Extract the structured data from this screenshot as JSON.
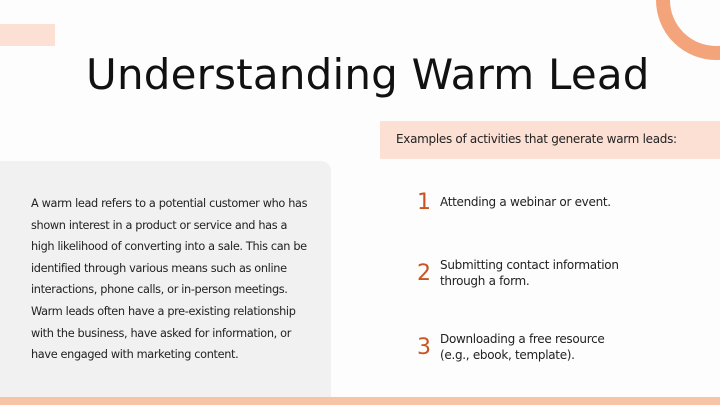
{
  "slide": {
    "title": "Understanding Warm Lead",
    "description": "A warm lead refers to a potential customer who has shown interest in a product or service and has a high likelihood of converting into a sale. This can be identified through various means such as online interactions, phone calls, or in-person meetings. Warm leads often have a pre-existing relationship with the business, have asked for information, or have engaged with marketing content.",
    "examples_header": "Examples of activities that generate warm leads:",
    "examples": [
      {
        "number": "1",
        "text": "Attending a webinar or event."
      },
      {
        "number": "2",
        "text": "Submitting contact information through a form."
      },
      {
        "number": "3",
        "text": "Downloading a free resource (e.g., ebook, template)."
      }
    ]
  },
  "colors": {
    "accent_light": "#fde0d4",
    "accent_ring": "#f4a47a",
    "number_color": "#c8541f",
    "card_bg": "#f1f1f1",
    "bottom_bar": "#f8c4a6"
  }
}
